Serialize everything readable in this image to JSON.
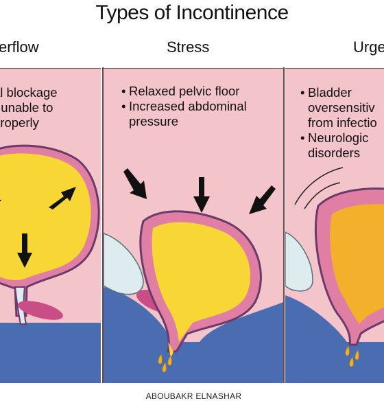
{
  "title": "Types of Incontinence",
  "columns": {
    "overflow": {
      "heading": "erflow",
      "bullets": [
        "al blockage",
        "r unable to",
        "properly"
      ]
    },
    "stress": {
      "heading": "Stress",
      "bullets": [
        "Relaxed pelvic floor",
        "Increased abdominal",
        "pressure"
      ]
    },
    "urge": {
      "heading": "Urge",
      "bullets": [
        "Bladder",
        "oversensitiv",
        "from infectio",
        "Neurologic",
        "disorders"
      ]
    }
  },
  "credit": "ABOUBAKR ELNASHAR",
  "colors": {
    "panel_bg": "#f3c4c9",
    "bladder_wall": "#e07fa3",
    "bladder_outline": "#6a3a6b",
    "urine_yellow": "#f7d636",
    "urge_orange": "#f3b12b",
    "floor_blue": "#4a6db2",
    "bone_light": "#dcecef",
    "arrow": "#111111"
  },
  "icons": {
    "arrows": "black-pressure-arrow",
    "drops": "urine-drop"
  }
}
